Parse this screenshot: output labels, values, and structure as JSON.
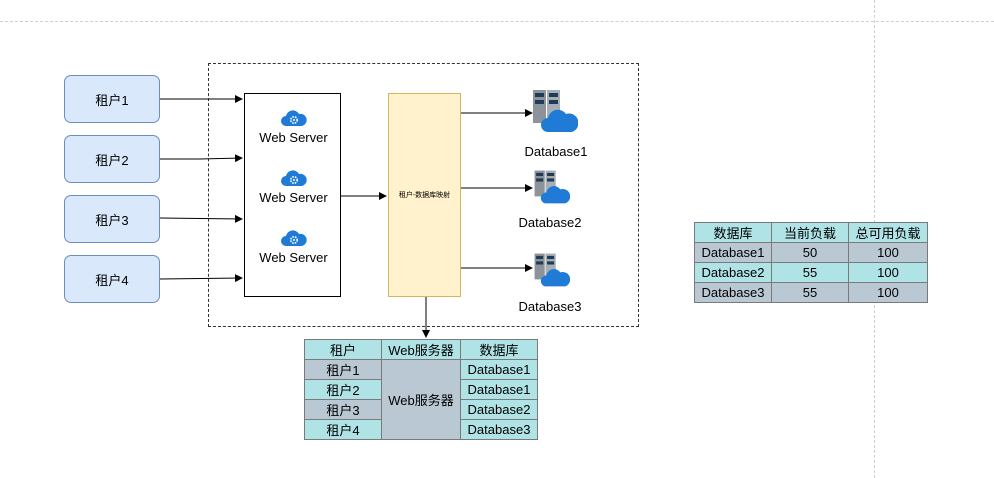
{
  "tenants": [
    "租户1",
    "租户2",
    "租户3",
    "租户4"
  ],
  "web_server_label": "Web Server",
  "mapper_label": "租户-数据库映射",
  "databases": [
    "Database1",
    "Database2",
    "Database3"
  ],
  "mapping_table": {
    "headers": [
      "租户",
      "Web服务器",
      "数据库"
    ],
    "rows": [
      [
        "租户1",
        "Database1"
      ],
      [
        "租户2",
        "Database1"
      ],
      [
        "租户3",
        "Database2"
      ],
      [
        "租户4",
        "Database3"
      ]
    ],
    "merged_cell": "Web服务器"
  },
  "load_table": {
    "headers": [
      "数据库",
      "当前负载",
      "总可用负载"
    ],
    "rows": [
      [
        "Database1",
        "50",
        "100"
      ],
      [
        "Database2",
        "55",
        "100"
      ],
      [
        "Database3",
        "55",
        "100"
      ]
    ]
  },
  "colors": {
    "tenant_fill": "#dae8fc",
    "tenant_stroke": "#6c8ebf",
    "mapper_fill": "#fff2cc",
    "mapper_stroke": "#d6b656",
    "table_teal": "#b0e3e6",
    "table_gray": "#bac8d3",
    "cloud_blue": "#1f7bd6",
    "server_gray": "#8c939a"
  }
}
